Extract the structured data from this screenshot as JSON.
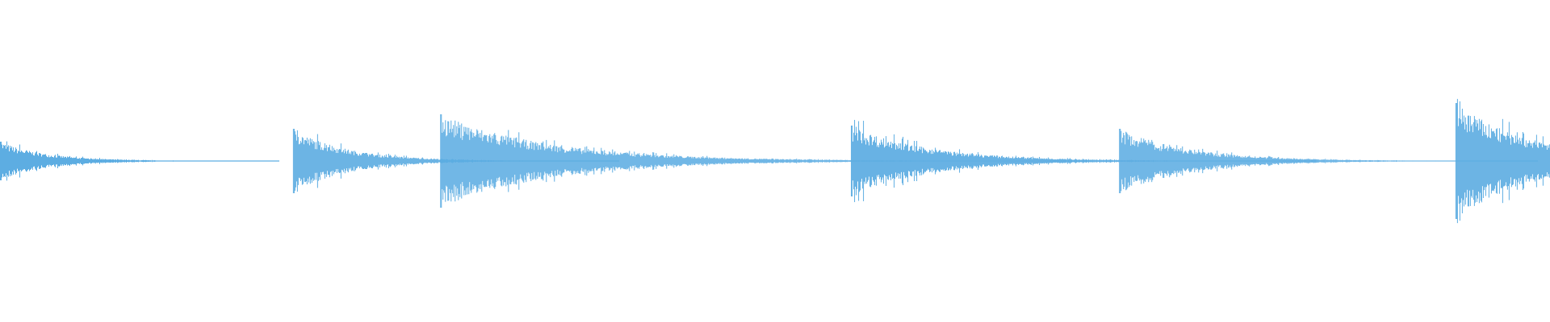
{
  "chart_data": {
    "type": "waveform",
    "color": "#5dade2",
    "background": "#ffffff",
    "axes_visible": false,
    "grid": false,
    "amplitude_range": [
      -1,
      1
    ],
    "time_range": [
      0,
      1
    ],
    "bursts": [
      {
        "onset": 0.0,
        "peak": 0.12,
        "decay": 0.03
      },
      {
        "onset": 0.189,
        "peak": 0.2,
        "decay": 0.035
      },
      {
        "onset": 0.284,
        "peak": 0.29,
        "decay": 0.07
      },
      {
        "onset": 0.549,
        "peak": 0.22,
        "decay": 0.05
      },
      {
        "onset": 0.722,
        "peak": 0.2,
        "decay": 0.045
      },
      {
        "onset": 0.939,
        "peak": 0.36,
        "decay": 0.05
      }
    ]
  }
}
